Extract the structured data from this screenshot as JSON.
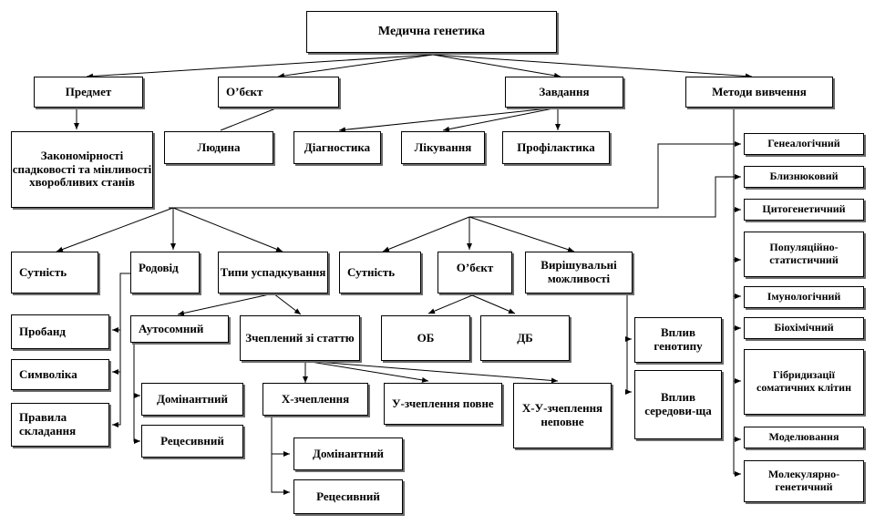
{
  "root": "Медична генетика",
  "branches": {
    "subject": "Предмет",
    "object": "О’бєкт",
    "tasks": "Завдання",
    "methods": "Методи вивчення"
  },
  "subject_detail": "Закономірності спадковості та мінливості хворобливих станів",
  "object_detail": "Людина",
  "task_items": [
    "Діагностика",
    "Лікування",
    "Профілактика"
  ],
  "genealogical": {
    "essence": "Сутність",
    "pedigree": "Родовід",
    "inheritance_types": "Типи успадкування",
    "pedigree_items": [
      "Пробанд",
      "Символіка",
      "Правила складання"
    ],
    "autosomal": "Аутосомний",
    "sex_linked": "Зчеплений зі статтю",
    "autosomal_items": [
      "Домінантний",
      "Рецесивний"
    ],
    "x_linked": "Х-зчеплення",
    "y_linked": "У-зчеплення повне",
    "xy_linked": "Х-У-зчеплення неповне",
    "x_linked_items": [
      "Домінантний",
      "Рецесивний"
    ]
  },
  "twin": {
    "essence": "Сутність",
    "object": "О’бєкт",
    "abilities": "Вирішувальні можливості",
    "object_items": [
      "ОБ",
      "ДБ"
    ],
    "ability_items": [
      "Вплив генотипу",
      "Вплив середови-ща"
    ]
  },
  "methods_list": [
    "Генеалогічний",
    "Близнюковий",
    "Цитогенетичний",
    "Популяційно-статистичний",
    "Імунологічний",
    "Біохімічний",
    "Гібридизації соматичних клітин",
    "Моделювання",
    "Молекулярно-генетичний"
  ]
}
